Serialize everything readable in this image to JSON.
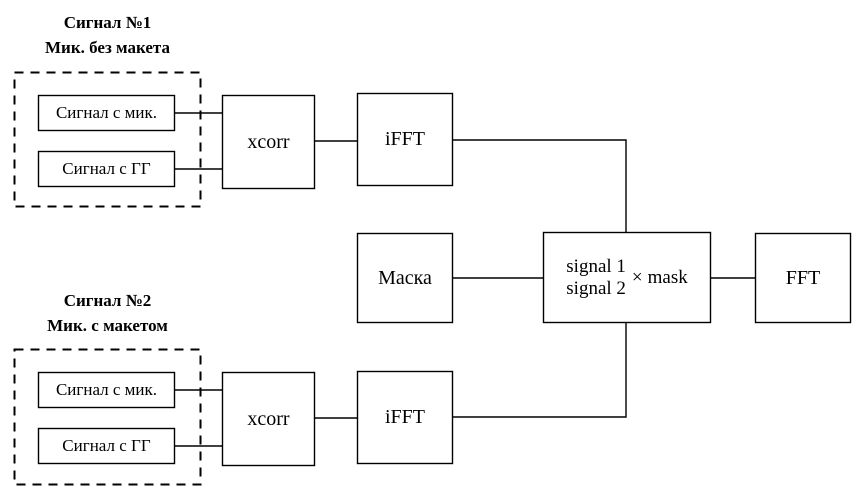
{
  "diagram": {
    "title_text": "",
    "background_color": "#ffffff",
    "line_color": "#000000",
    "groups": [
      {
        "id": "signal-1",
        "title_line_1": "Сигнал №1",
        "title_line_2": "Мик. без макета",
        "inputs": [
          {
            "id": "mic-1",
            "label": "Сигнал с мик."
          },
          {
            "id": "speaker-1",
            "label": "Сигнал с ГГ"
          }
        ]
      },
      {
        "id": "signal-2",
        "title_line_1": "Сигнал №2",
        "title_line_2": "Мик. с макетом",
        "inputs": [
          {
            "id": "mic-2",
            "label": "Сигнал с мик."
          },
          {
            "id": "speaker-2",
            "label": "Сигнал с ГГ"
          }
        ]
      }
    ],
    "blocks": {
      "xcorr_top": "xcorr",
      "ifft_top": "iFFT",
      "xcorr_bottom": "xcorr",
      "ifft_bottom": "iFFT",
      "mask": "Маска",
      "fft_out": "FFT"
    },
    "combiner": {
      "numerator": "signal 1",
      "denominator": "signal 2",
      "operator": "×",
      "operand": "mask"
    }
  }
}
